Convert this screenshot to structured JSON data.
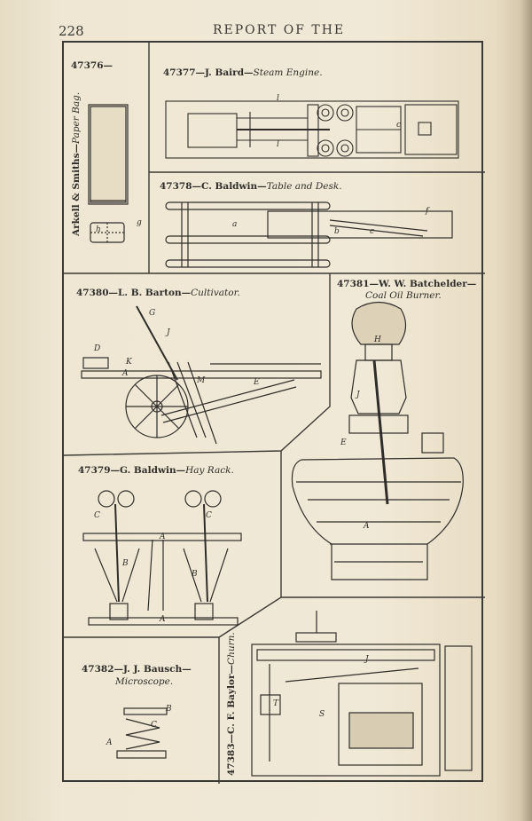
{
  "page": {
    "page_number": "228",
    "running_title": "REPORT OF THE"
  },
  "figures": [
    {
      "number": "47376—",
      "inventor": "Arkell & Smiths—",
      "title": "Paper Bag.",
      "labels": [
        "h",
        "g"
      ]
    },
    {
      "number": "47377—",
      "inventor": "J. Baird—",
      "title": "Steam Engine.",
      "labels": [
        "l",
        "l",
        "c"
      ]
    },
    {
      "number": "47378—",
      "inventor": "C. Baldwin—",
      "title": "Table and Desk.",
      "labels": [
        "a",
        "b",
        "c",
        "f"
      ]
    },
    {
      "number": "47380—",
      "inventor": "L. B. Barton—",
      "title": "Cultivator.",
      "labels": [
        "G",
        "D",
        "J",
        "K",
        "A",
        "M",
        "E"
      ]
    },
    {
      "number": "47381—",
      "inventor": "W. W. Batchelder—",
      "title": "Coal Oil Burner.",
      "labels": [
        "H",
        "J",
        "E",
        "A"
      ]
    },
    {
      "number": "47379—",
      "inventor": "G. Baldwin—",
      "title": "Hay Rack.",
      "labels": [
        "C",
        "C",
        "A",
        "B",
        "B",
        "A"
      ]
    },
    {
      "number": "47382—",
      "inventor": "J. J. Bausch—",
      "title": "Microscope.",
      "labels": [
        "B",
        "C",
        "A"
      ]
    },
    {
      "number": "47383—",
      "inventor": "C. F. Baylor—",
      "title": "Churn.",
      "labels": [
        "T",
        "S",
        "J"
      ]
    }
  ]
}
